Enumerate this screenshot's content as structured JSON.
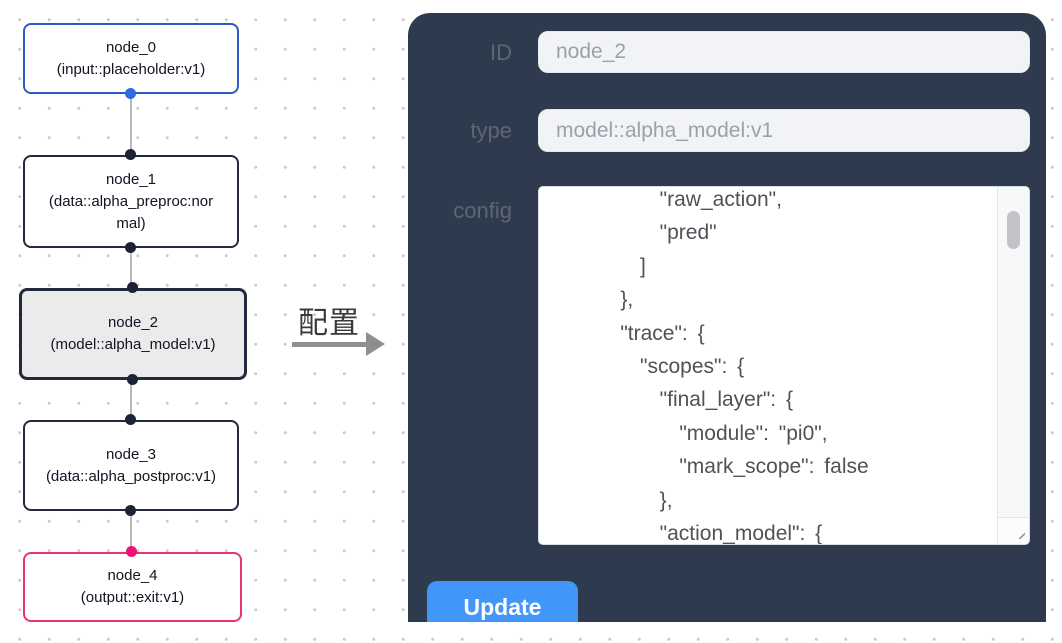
{
  "flow": {
    "nodes": [
      {
        "id": "node_0",
        "title": "node_0",
        "subtitle": "(input::placeholder:v1)",
        "role": "input"
      },
      {
        "id": "node_1",
        "title": "node_1",
        "subtitle": "(data::alpha_preproc:normal)",
        "role": "processor"
      },
      {
        "id": "node_2",
        "title": "node_2",
        "subtitle": "(model::alpha_model:v1)",
        "role": "model-selected"
      },
      {
        "id": "node_3",
        "title": "node_3",
        "subtitle": "(data::alpha_postproc:v1)",
        "role": "processor"
      },
      {
        "id": "node_4",
        "title": "node_4",
        "subtitle": "(output::exit:v1)",
        "role": "output"
      }
    ]
  },
  "annotation": {
    "label": "配置"
  },
  "panel": {
    "id_field": {
      "label": "ID",
      "value": "node_2"
    },
    "type_field": {
      "label": "type",
      "value": "model::alpha_model:v1"
    },
    "config_field": {
      "label": "config",
      "value": "        \"raw_action\",\n        \"pred\"\n      ]\n    },\n    \"trace\": {\n      \"scopes\": {\n        \"final_layer\": {\n          \"module\": \"pi0\",\n          \"mark_scope\": false\n        },\n        \"action_model\": {"
    },
    "update_label": "Update"
  },
  "colors": {
    "panel_bg": "#2e3a4d",
    "button_blue": "#4196f8",
    "node_input_border": "#2d5cc5",
    "node_default_border": "#232a3e",
    "node_output_border": "#e7356f",
    "handle_blue": "#2e6be2",
    "handle_dark": "#1d2235",
    "handle_pink": "#f0117b",
    "selected_node_bg": "#ebebeb"
  }
}
